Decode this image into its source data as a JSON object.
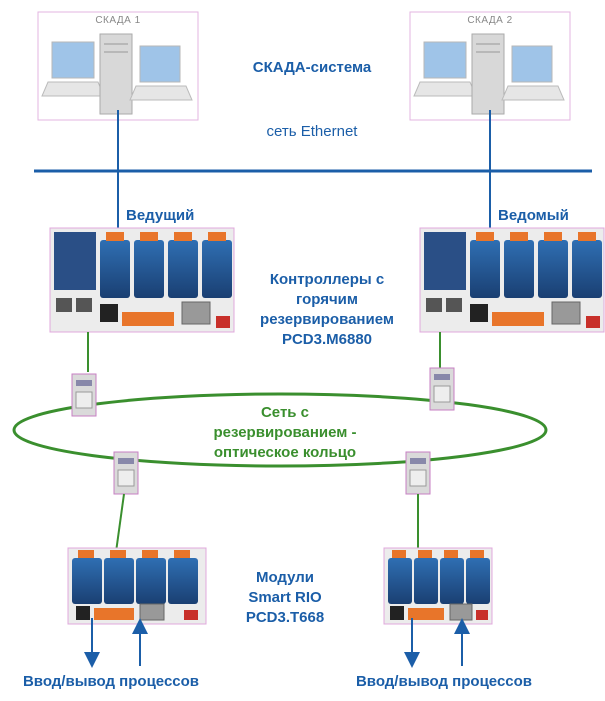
{
  "scada": {
    "station1_label": "СКАДА 1",
    "station2_label": "СКАДА 2",
    "system_label": "СКАДА-система",
    "network_label": "сеть Ethernet"
  },
  "controllers": {
    "master_label": "Ведущий",
    "slave_label": "Ведомый",
    "desc_line1": "Контроллеры с",
    "desc_line2": "горячим",
    "desc_line3": "резервированием",
    "desc_line4": "PCD3.M6880"
  },
  "ring": {
    "line1": "Сеть с",
    "line2": "резервированием -",
    "line3": "оптическое кольцо"
  },
  "modules": {
    "line1": "Модули",
    "line2": "Smart RIO",
    "line3": "PCD3.T668"
  },
  "io": {
    "left_label": "Ввод/вывод процессов",
    "right_label": "Ввод/вывод процессов"
  },
  "colors": {
    "blue": "#1b5ea8",
    "green": "#3a8f2e",
    "orange": "#e8752a"
  }
}
